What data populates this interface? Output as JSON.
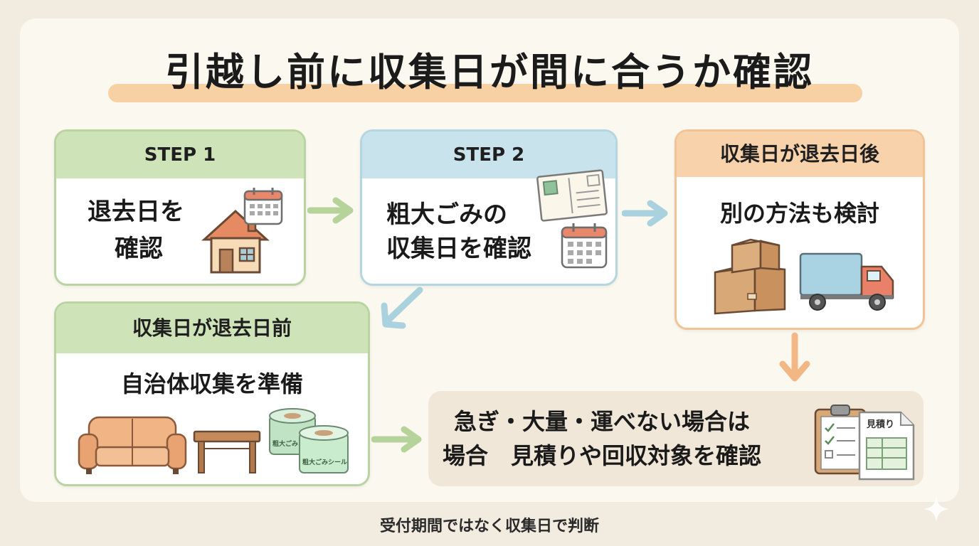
{
  "title": "引越し前に収集日が間に合うか確認",
  "step1": {
    "header": "STEP 1",
    "text_line1": "退去日を",
    "text_line2": "確認"
  },
  "step2": {
    "header": "STEP 2",
    "text_line1": "粗大ごみの",
    "text_line2": "収集日を確認"
  },
  "after": {
    "header": "収集日が退去日後",
    "text": "別の方法も検討"
  },
  "before": {
    "header": "収集日が退去日前",
    "text": "自治体収集を準備"
  },
  "bottom": {
    "line1": "急ぎ・大量・運べない場合は",
    "line2": "場合　見積りや回収対象を確認",
    "doc_label": "見積り"
  },
  "stickers": {
    "label_a": "粗大ごみ",
    "label_b": "粗大ごみシール"
  },
  "footer": "受付期間ではなく収集日で判断",
  "colors": {
    "green": "#cfe3b9",
    "blue": "#c8e3ec",
    "orange": "#f8d2aa",
    "highlight": "#f6c996",
    "background": "#f1ebe0"
  }
}
